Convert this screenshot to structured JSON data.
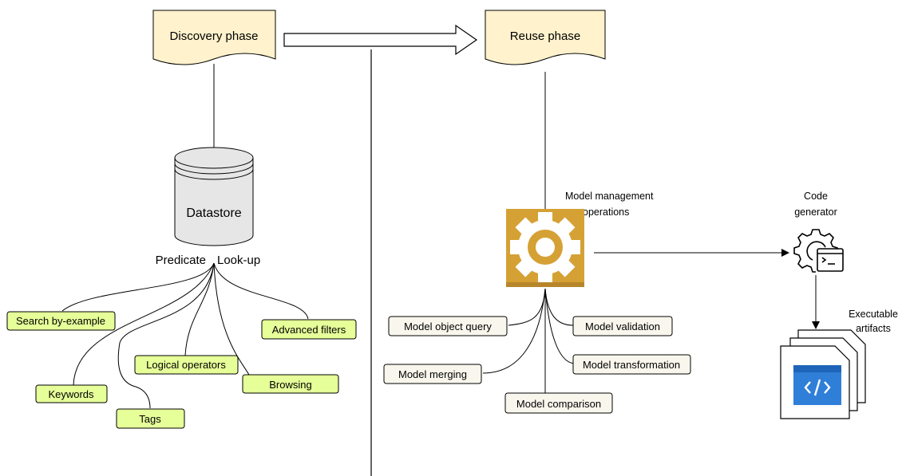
{
  "discovery": {
    "phase_label": "Discovery phase",
    "datastore_label": "Datastore",
    "predicate_label": "Predicate",
    "lookup_label": "Look-up",
    "items": {
      "search_by_example": "Search by-example",
      "keywords": "Keywords",
      "tags": "Tags",
      "logical_operators": "Logical operators",
      "browsing": "Browsing",
      "advanced_filters": "Advanced filters"
    }
  },
  "reuse": {
    "phase_label": "Reuse phase",
    "mgmt_label_line1": "Model management",
    "mgmt_label_line2": "operations",
    "operations": {
      "object_query": "Model object query",
      "merging": "Model merging",
      "comparison": "Model comparison",
      "transformation": "Model transformation",
      "validation": "Model validation"
    },
    "code_gen_line1": "Code",
    "code_gen_line2": "generator",
    "artifacts_line1": "Executable",
    "artifacts_line2": "artifacts"
  },
  "colors": {
    "phase_fill": "#fff2cc",
    "phase_stroke": "#000000",
    "green_fill": "#e6ff99",
    "green_stroke": "#000000",
    "beige_fill": "#f9f7ed",
    "beige_stroke": "#000000",
    "gear_bg": "#d5a135",
    "gear_bg_dark": "#b8862a",
    "code_blue": "#2f7fd8",
    "code_blue_dark": "#1e64b8"
  }
}
